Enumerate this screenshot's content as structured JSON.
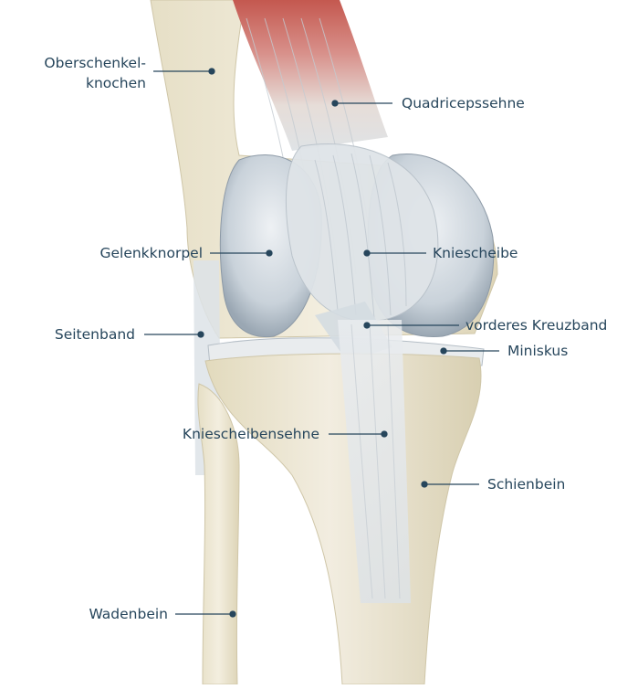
{
  "colors": {
    "leader": "#27465c",
    "label_text": "#27465c",
    "bone": "#e8e1c9",
    "cartilage": "#c9d3dc",
    "muscle": "#c9675e"
  },
  "labels": {
    "oberschenkel_line1": "Oberschenkel-",
    "oberschenkel_line2": "knochen",
    "quadricepssehne": "Quadricepssehne",
    "gelenkknorpel": "Gelenkknorpel",
    "kniescheibe": "Kniescheibe",
    "seitenband": "Seitenband",
    "vorderes_kreuzband": "vorderes Kreuzband",
    "miniskus": "Miniskus",
    "kniescheibensehne": "Kniescheibensehne",
    "schienbein": "Schienbein",
    "wadenbein": "Wadenbein"
  }
}
